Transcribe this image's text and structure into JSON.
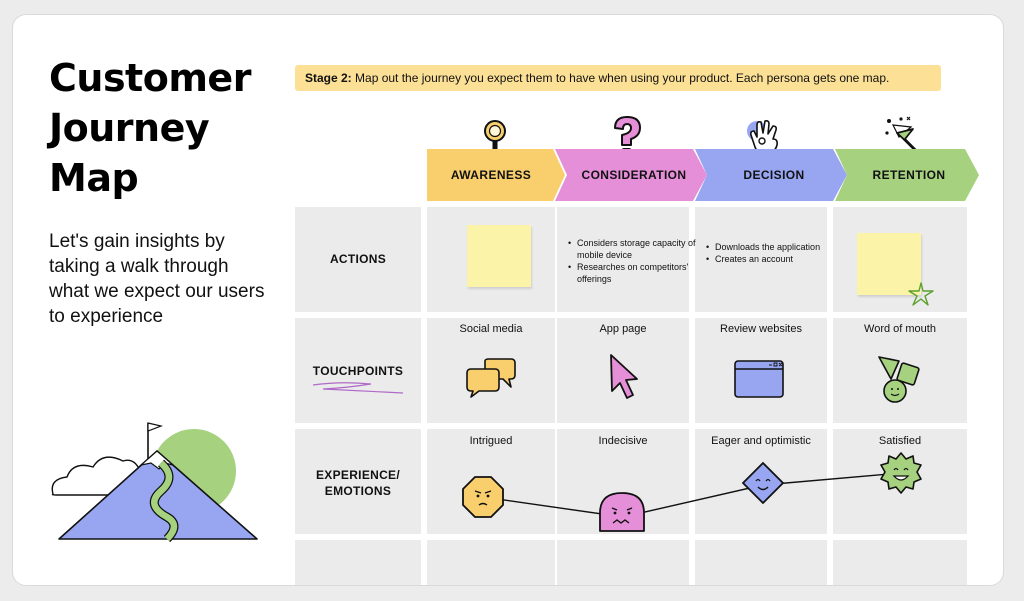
{
  "title_lines": [
    "Customer",
    "Journey",
    "Map"
  ],
  "subtitle": "Let's gain insights by taking a walk through what we expect our users to experience",
  "stage": {
    "label": "Stage 2:",
    "text": "Map out the journey you expect them to have when using your product. Each persona gets one map."
  },
  "stages": [
    {
      "label": "AWARENESS",
      "color": "#f9cf6d",
      "icon": "magnifier-icon"
    },
    {
      "label": "CONSIDERATION",
      "color": "#e58fd8",
      "icon": "question-mark-icon"
    },
    {
      "label": "DECISION",
      "color": "#98a6f2",
      "icon": "ok-hand-icon"
    },
    {
      "label": "RETENTION",
      "color": "#a6d17f",
      "icon": "party-popper-icon"
    }
  ],
  "rows": {
    "actions": {
      "label": "ACTIONS",
      "consideration": [
        "Considers storage capacity of mobile device",
        "Researches on competitors' offerings"
      ],
      "decision": [
        "Downloads the application",
        "Creates an account"
      ]
    },
    "touchpoints": {
      "label": "TOUCHPOINTS",
      "items": [
        "Social media",
        "App page",
        "Review websites",
        "Word of mouth"
      ]
    },
    "experience": {
      "label_lines": [
        "EXPERIENCE/",
        "EMOTIONS"
      ],
      "items": [
        "Intrigued",
        "Indecisive",
        "Eager and optimistic",
        "Satisfied"
      ],
      "emotion_icons": [
        "intrigued-face-icon",
        "indecisive-face-icon",
        "eager-face-icon",
        "satisfied-face-icon"
      ]
    }
  },
  "colors": {
    "yellow": "#f9cf6d",
    "pink": "#e58fd8",
    "blue": "#98a6f2",
    "green": "#a6d17f",
    "cell": "#ebebeb",
    "sticky": "#fbf3a8",
    "stage_bar": "#fbe095"
  }
}
